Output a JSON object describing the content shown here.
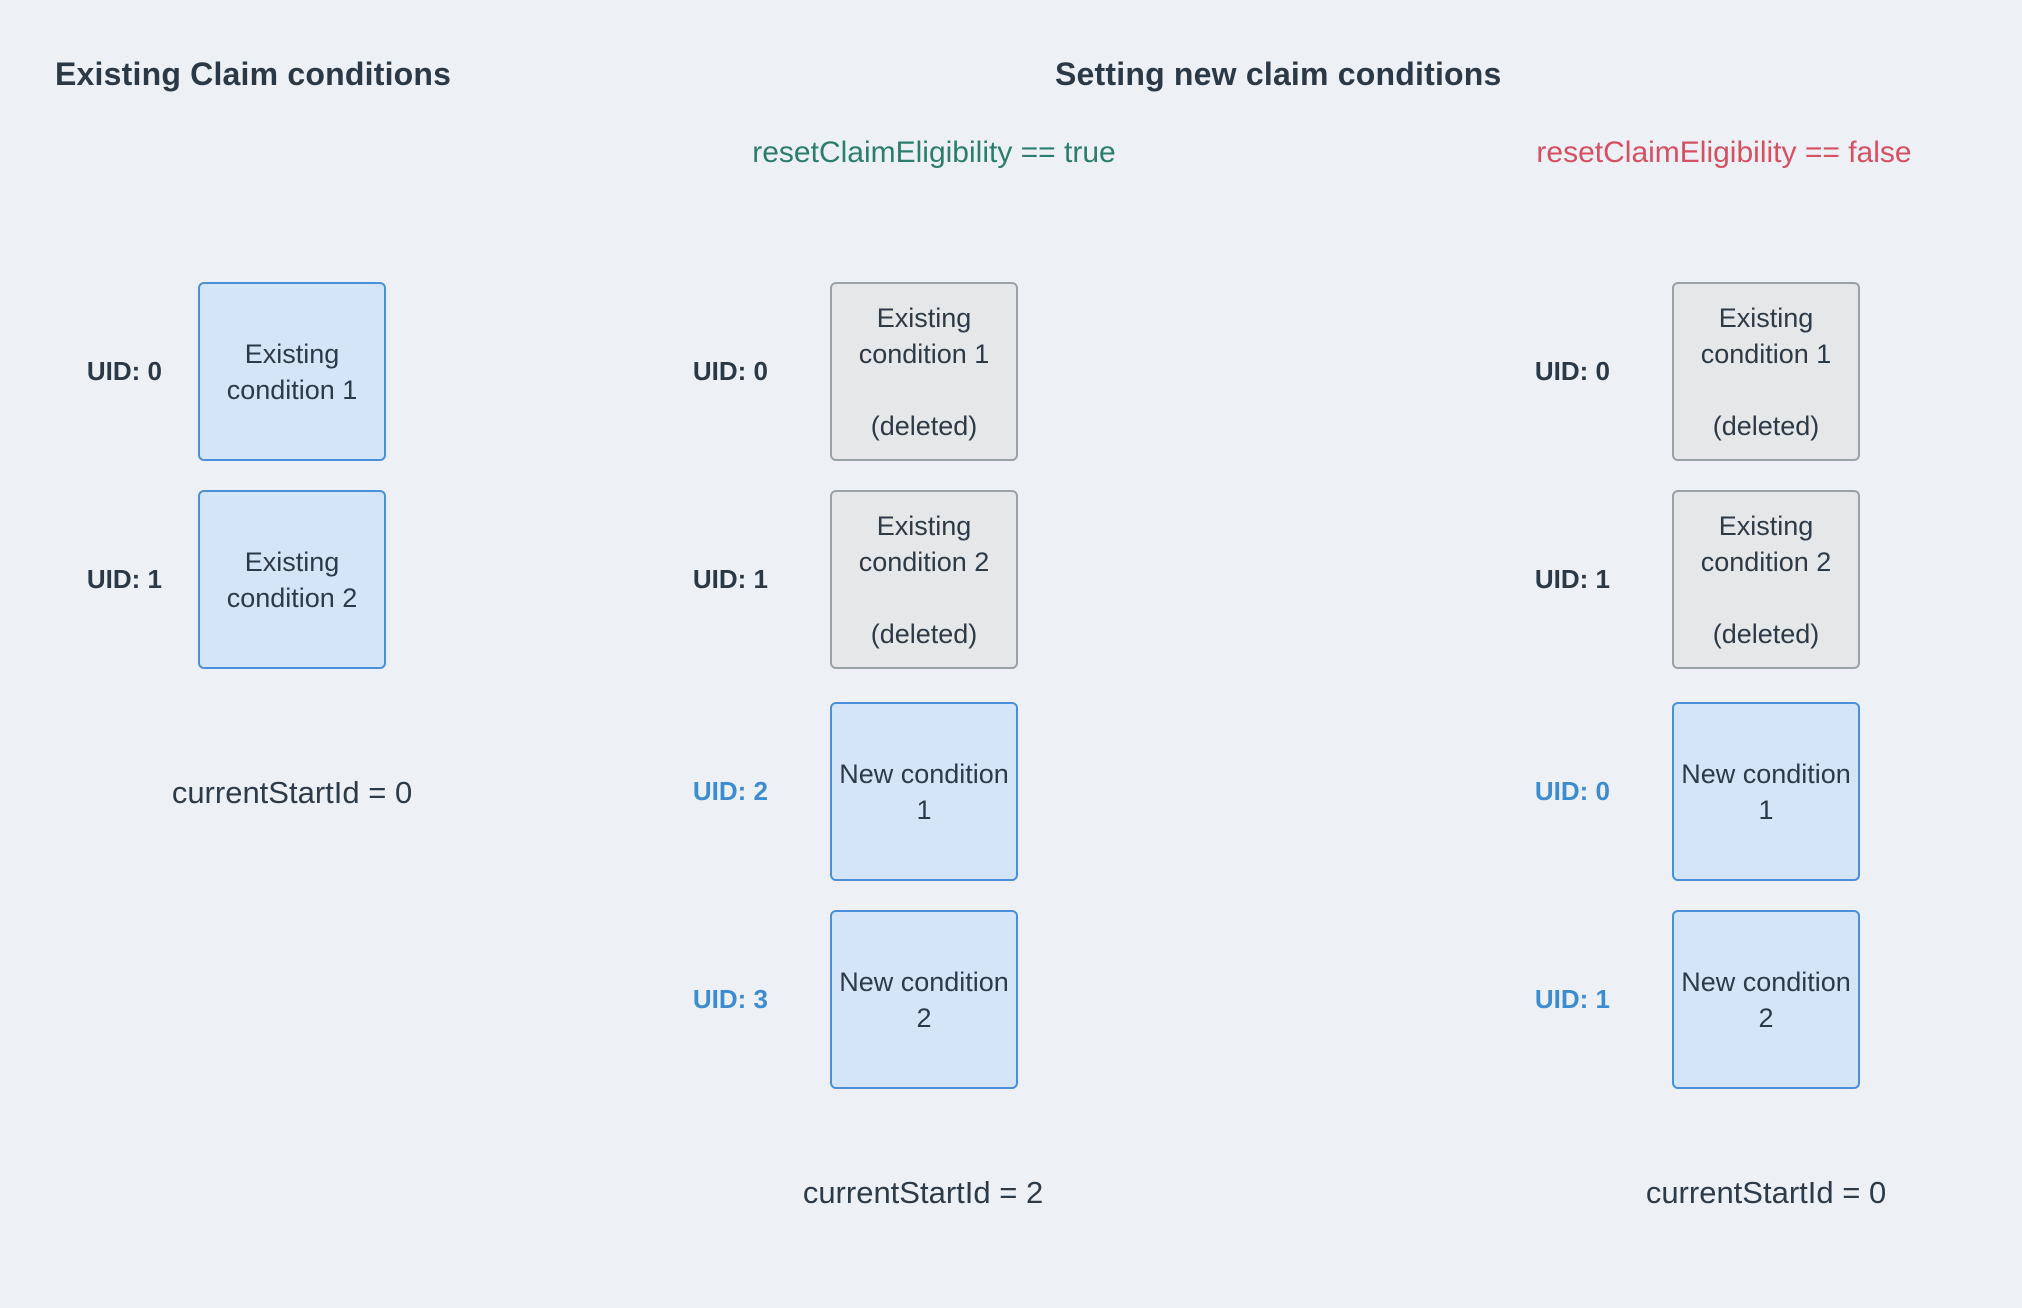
{
  "headers": {
    "left_title": "Existing Claim conditions",
    "right_title": "Setting new claim conditions",
    "true_condition": "resetClaimEligibility == true",
    "false_condition": "resetClaimEligibility == false"
  },
  "colors": {
    "background": "#edf1f6",
    "dark_text": "#2b3845",
    "green_text": "#2b7d6e",
    "red_text": "#d55062",
    "blue_uid_text": "#3e8cd0",
    "blue_box_fill": "#d5e5f8",
    "blue_box_border": "#4a90d8",
    "gray_box_fill": "#e5e7e8",
    "gray_box_border": "#9aa2a8"
  },
  "columns": [
    {
      "id": "existing-claim-conditions",
      "rows": [
        {
          "uid": "UID: 0",
          "uid_style": "dark",
          "box_style": "blue",
          "lines": [
            "Existing",
            "condition 1"
          ]
        },
        {
          "uid": "UID: 1",
          "uid_style": "dark",
          "box_style": "blue",
          "lines": [
            "Existing",
            "condition 2"
          ]
        }
      ],
      "footer": "currentStartId = 0"
    },
    {
      "id": "reset-claim-eligibility-true",
      "rows": [
        {
          "uid": "UID: 0",
          "uid_style": "dark",
          "box_style": "gray",
          "lines": [
            "Existing",
            "condition 1",
            "",
            "(deleted)"
          ]
        },
        {
          "uid": "UID: 1",
          "uid_style": "dark",
          "box_style": "gray",
          "lines": [
            "Existing",
            "condition 2",
            "",
            "(deleted)"
          ]
        },
        {
          "uid": "UID: 2",
          "uid_style": "blue",
          "box_style": "blue",
          "lines": [
            "New condition",
            "1"
          ]
        },
        {
          "uid": "UID: 3",
          "uid_style": "blue",
          "box_style": "blue",
          "lines": [
            "New condition",
            "2"
          ]
        }
      ],
      "footer": "currentStartId = 2"
    },
    {
      "id": "reset-claim-eligibility-false",
      "rows": [
        {
          "uid": "UID: 0",
          "uid_style": "dark",
          "box_style": "gray",
          "lines": [
            "Existing",
            "condition 1",
            "",
            "(deleted)"
          ]
        },
        {
          "uid": "UID: 1",
          "uid_style": "dark",
          "box_style": "gray",
          "lines": [
            "Existing",
            "condition 2",
            "",
            "(deleted)"
          ]
        },
        {
          "uid": "UID: 0",
          "uid_style": "blue",
          "box_style": "blue",
          "lines": [
            "New condition",
            "1"
          ]
        },
        {
          "uid": "UID: 1",
          "uid_style": "blue",
          "box_style": "blue",
          "lines": [
            "New condition",
            "2"
          ]
        }
      ],
      "footer": "currentStartId = 0"
    }
  ]
}
